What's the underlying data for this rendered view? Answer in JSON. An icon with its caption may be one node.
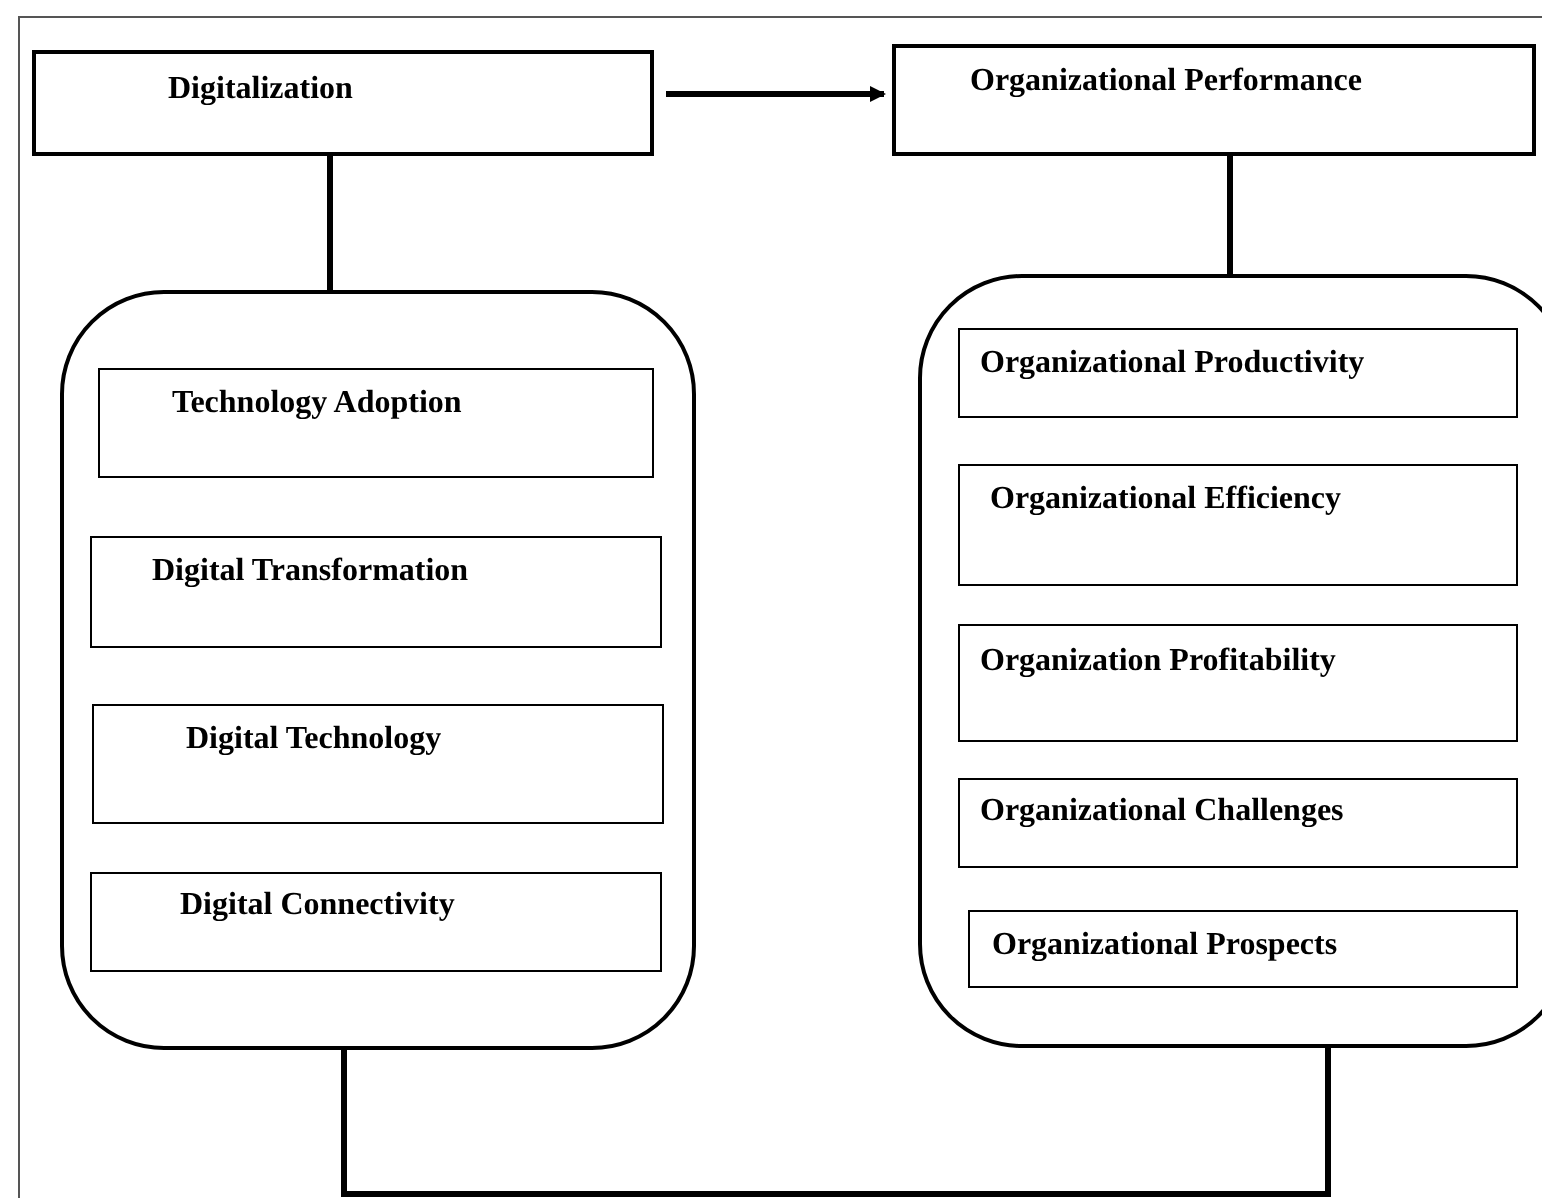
{
  "diagram": {
    "nodes": [
      {
        "text": [
          "Digitalization"
        ]
      },
      {
        "text": [
          "Organizational Performance"
        ]
      },
      {
        "text": [],
        "shape": "box"
      },
      {
        "text": [
          "Technology Adoption"
        ],
        "in": 2
      },
      {
        "text": [
          "Digital Transformation"
        ],
        "in": 2
      },
      {
        "text": [
          "Digital Technology"
        ],
        "in": 2
      },
      {
        "text": [
          "Digital Connectivity"
        ],
        "in": 2
      },
      {
        "text": [],
        "shape": "box"
      },
      {
        "text": [
          "Organizational Productivity"
        ],
        "in": 7
      },
      {
        "text": [
          "Organizational Efficiency"
        ],
        "in": 7
      },
      {
        "text": [
          "Organization Profitability"
        ],
        "in": 7
      },
      {
        "text": [
          "Organizational Challenges"
        ],
        "in": 7
      },
      {
        "text": [
          "Organizational Prospects"
        ],
        "in": 7
      }
    ],
    "edges": [
      {
        "from": 0,
        "to": 1,
        "arrow": "to"
      },
      {
        "from": 0,
        "to": 2,
        "arrow": "none"
      },
      {
        "from": 1,
        "to": 7,
        "arrow": "none"
      },
      {
        "from": 2,
        "to": 7,
        "arrow": "none"
      }
    ]
  }
}
